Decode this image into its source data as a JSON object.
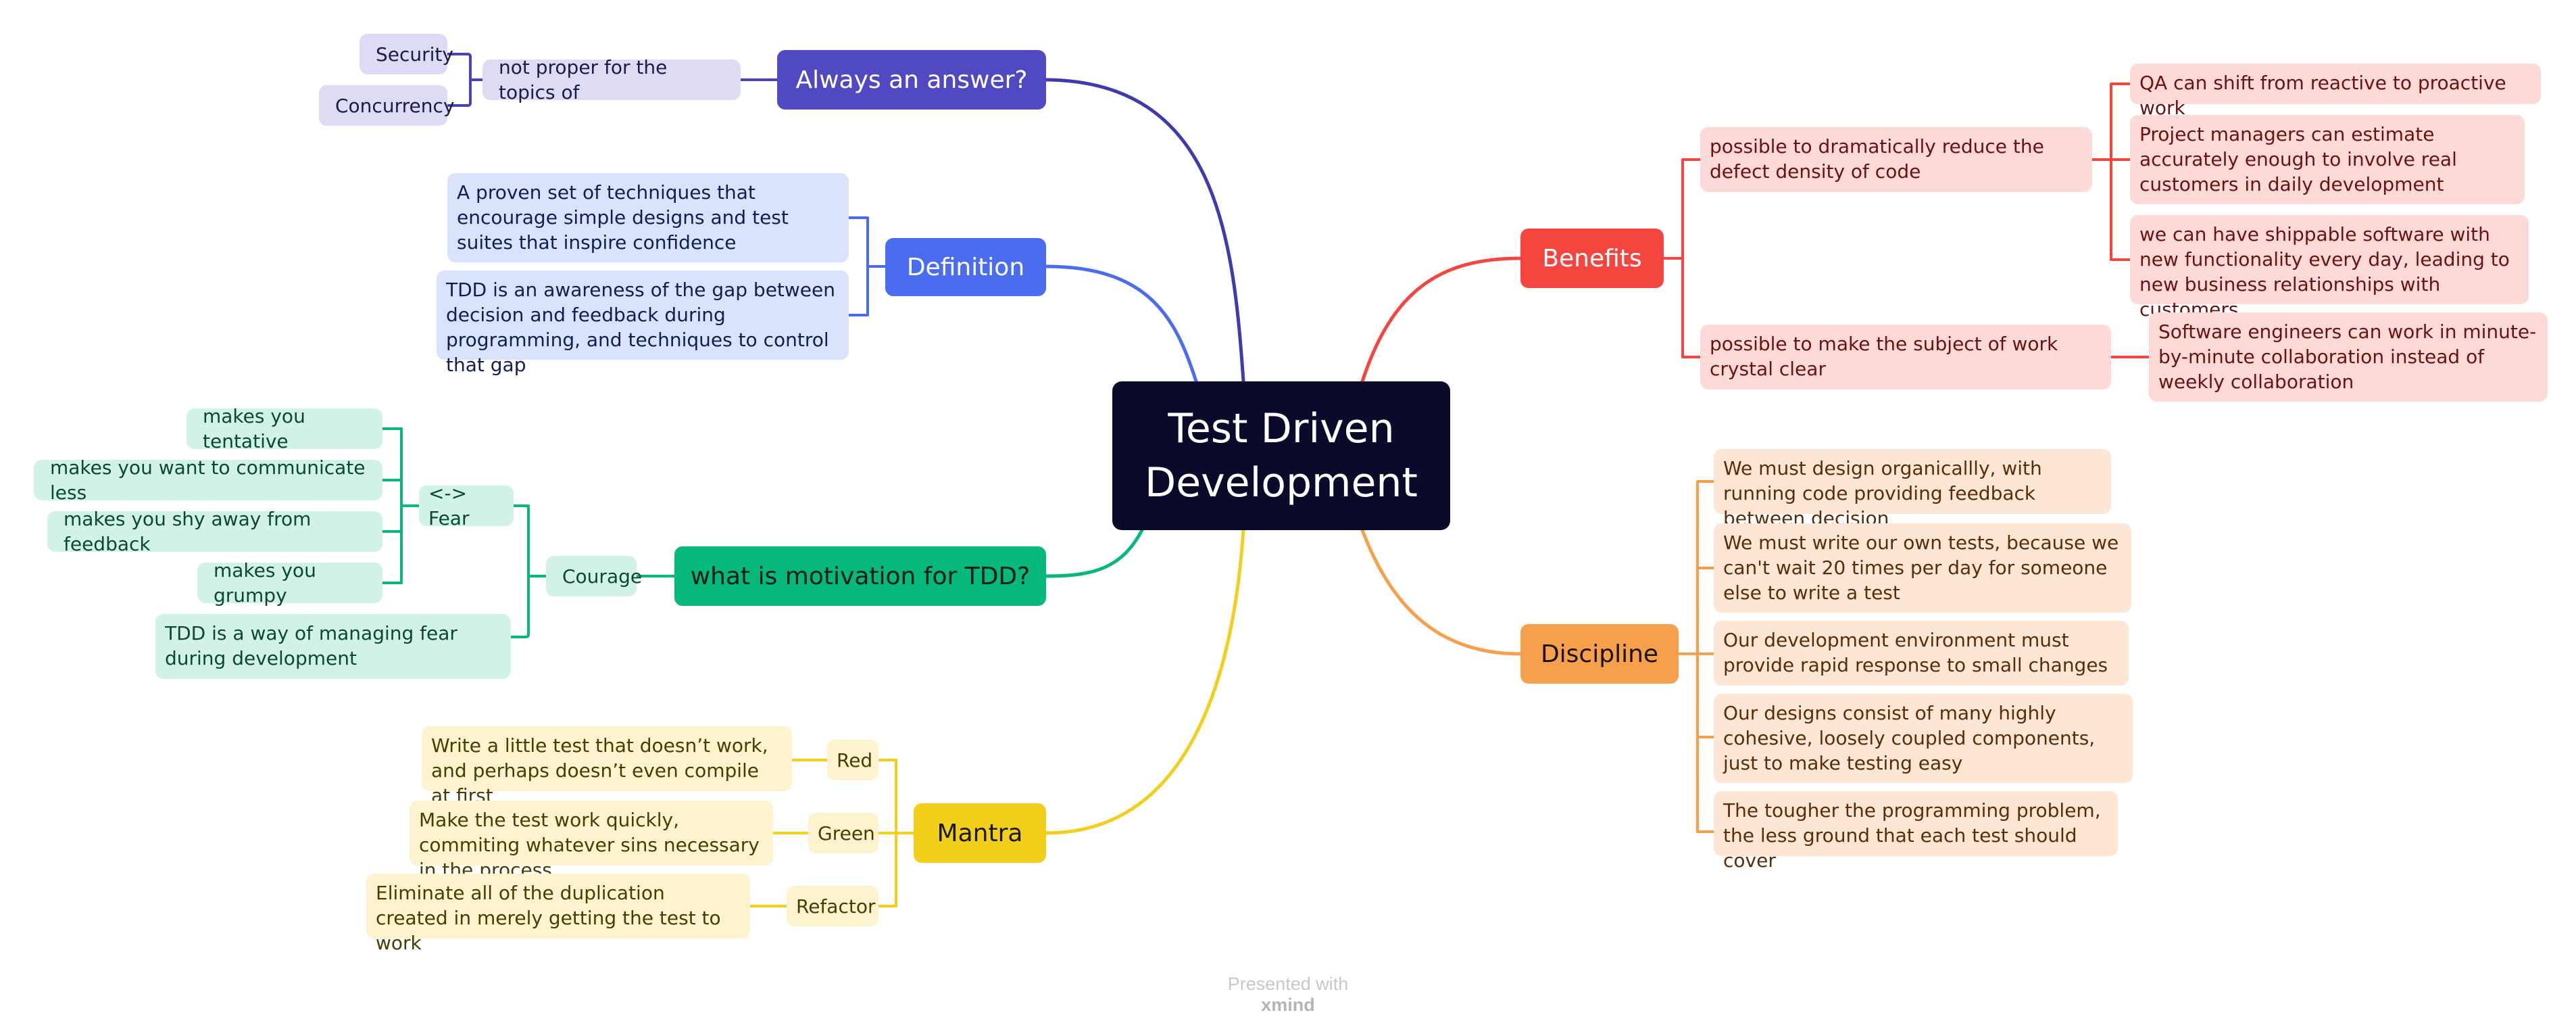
{
  "central": {
    "title_line1": "Test Driven",
    "title_line2": "Development"
  },
  "always_answer": {
    "label": "Always an answer?",
    "sub": "not proper for the topics of",
    "items": [
      "Security",
      "Concurrency"
    ]
  },
  "definition": {
    "label": "Definition",
    "items": [
      "A proven set of techniques that encourage simple designs and test suites that inspire confidence",
      "TDD is an awareness of the gap between decision and feedback during programming, and techniques to control that gap"
    ]
  },
  "motivation": {
    "label": "what is motivation for TDD?",
    "courage": "Courage",
    "fear": "<-> Fear",
    "fear_items": [
      "makes you tentative",
      "makes you want to communicate less",
      "makes you shy away from feedback",
      "makes you grumpy"
    ],
    "courage_item": "TDD is a way of managing fear during development"
  },
  "mantra": {
    "label": "Mantra",
    "steps": [
      {
        "name": "Red",
        "text": "Write a little test that doesn’t work, and perhaps doesn’t even compile at first"
      },
      {
        "name": "Green",
        "text": "Make the test work quickly, commiting whatever sins necessary in the process"
      },
      {
        "name": "Refactor",
        "text": "Eliminate all of the duplication created in merely getting the test to work"
      }
    ]
  },
  "benefits": {
    "label": "Benefits",
    "groups": [
      {
        "text": "possible to dramatically reduce the defect density of code",
        "items": [
          "QA can shift from reactive to proactive work",
          "Project managers can estimate accurately enough to involve real customers in daily development",
          "we can have shippable software with new functionality every day, leading to new business relationships with customers"
        ]
      },
      {
        "text": "possible to make the subject of work crystal clear",
        "items": [
          "Software engineers can work in minute-by-minute collaboration instead of weekly collaboration"
        ]
      }
    ]
  },
  "discipline": {
    "label": "Discipline",
    "items": [
      "We must design organicallly, with running code providing feedback between decision",
      "We must write our own tests, because we can't wait 20 times per day for someone else to write a test",
      "Our development environment must provide rapid response to small changes",
      "Our designs consist of many highly cohesive, loosely coupled components, just to make testing easy",
      "The tougher the programming problem, the less ground that each test should cover"
    ]
  },
  "footer": {
    "prefix": "Presented with",
    "brand": "xmind"
  },
  "colors": {
    "central": "#0b0a2b",
    "always": "#4a43b8",
    "definition": "#4a6df0",
    "motivation": "#06b87a",
    "mantra": "#f1cf1b",
    "benefits": "#f4453f",
    "discipline": "#f6a04c"
  }
}
